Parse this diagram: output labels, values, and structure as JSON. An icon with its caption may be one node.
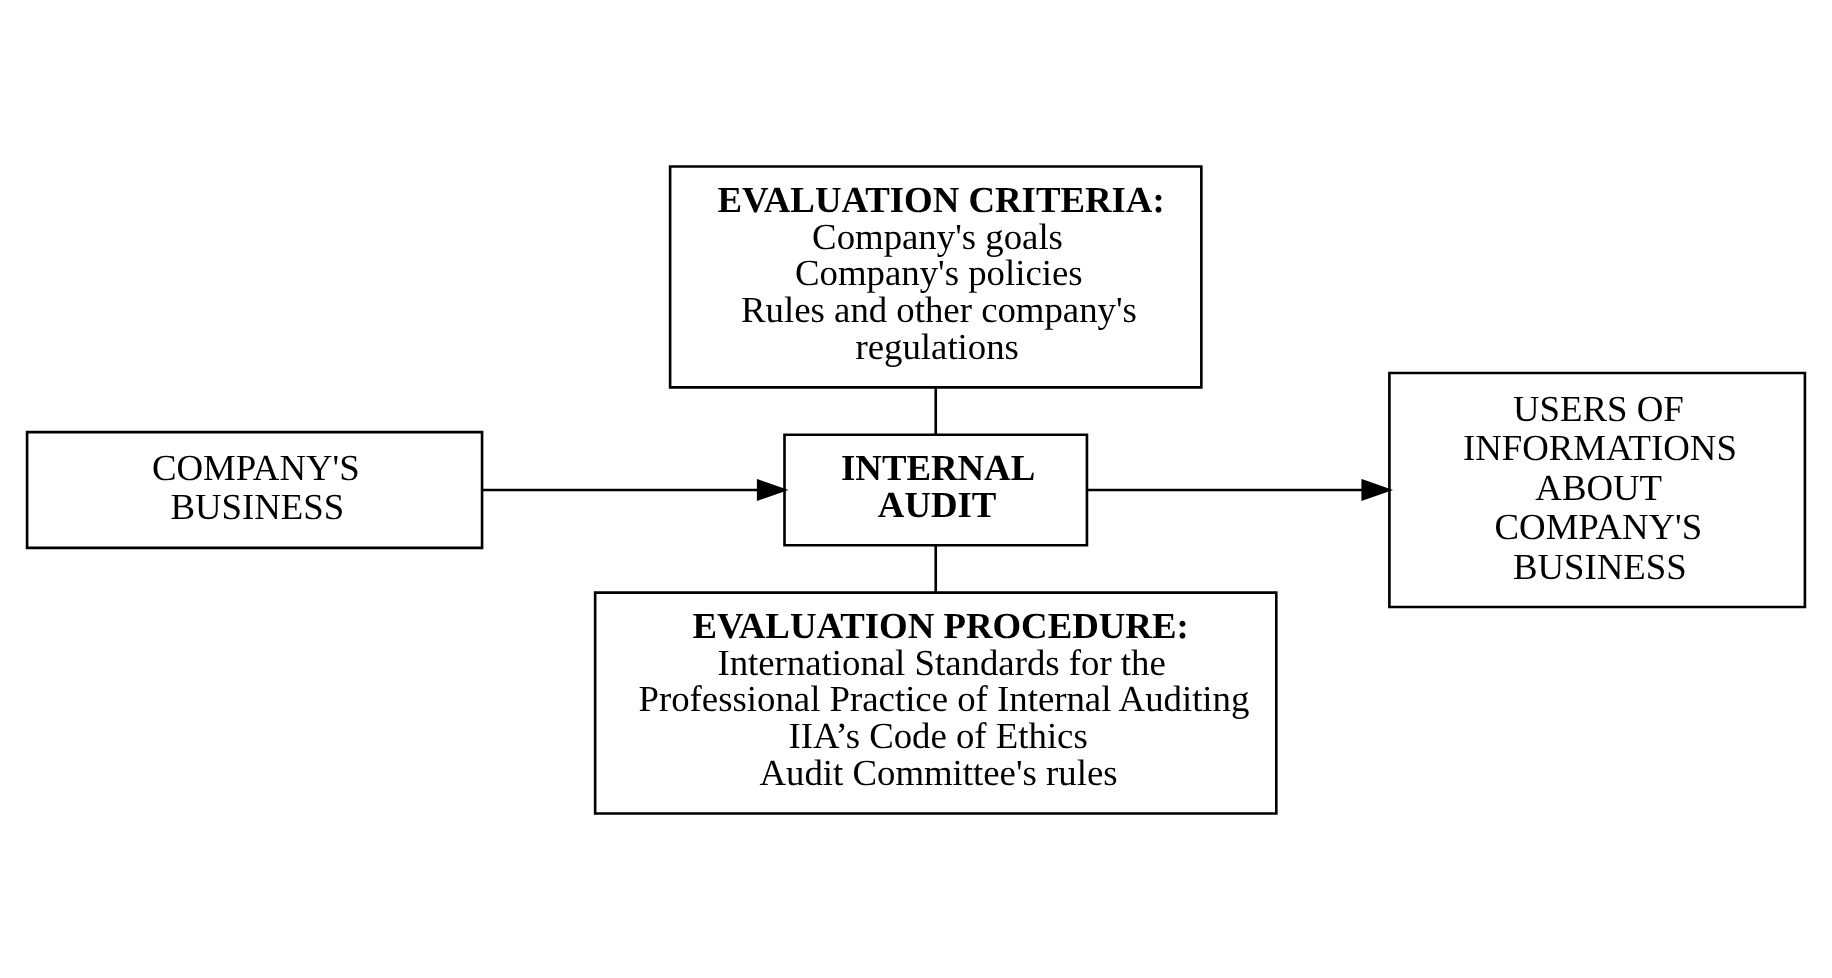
{
  "diagram": {
    "nodes": [
      {
        "text": [
          "EVALUATION CRITERIA:",
          "Company's goals",
          "Company's policies",
          "Rules and other company's regulations"
        ]
      },
      {
        "text": [
          "COMPANY'S BUSINESS"
        ]
      },
      {
        "text": [
          "INTERNAL AUDIT"
        ]
      },
      {
        "text": [
          "USERS OF INFORMATIONS ABOUT COMPANY'S BUSINESS"
        ]
      },
      {
        "text": [
          "EVALUATION PROCEDURE:",
          "International Standards for the Professional Practice of Internal Auditing",
          "IIA’s Code of Ethics",
          "Audit Committee's rules"
        ]
      }
    ],
    "edges": [
      {
        "from": 1,
        "to": 2,
        "arrow": "to"
      },
      {
        "from": 2,
        "to": 3,
        "arrow": "to"
      },
      {
        "from": 0,
        "to": 2,
        "arrow": "none"
      },
      {
        "from": 2,
        "to": 4,
        "arrow": "none"
      }
    ]
  }
}
